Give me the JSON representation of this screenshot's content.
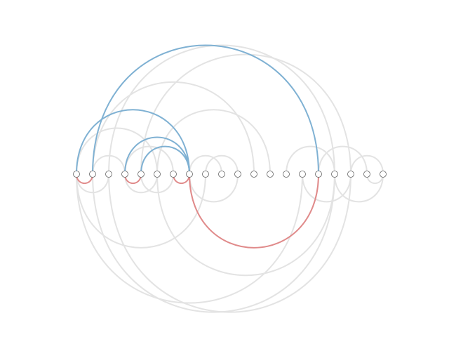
{
  "diagram": {
    "type": "arc-diagram",
    "nodes": [
      "n0",
      "n1",
      "n2",
      "n3",
      "n4",
      "n5",
      "n6",
      "n7",
      "n8",
      "n9",
      "n10",
      "n11",
      "n12",
      "n13",
      "n14",
      "n15",
      "n16",
      "n17",
      "n18",
      "n19"
    ],
    "colors": {
      "background": "#ffffff",
      "link_default": "#e3e3e3",
      "link_highlight_above": "#7fb1d3",
      "link_highlight_below": "#e08a8a",
      "node_fill": "#ffffff",
      "node_stroke": "#666666"
    },
    "links": [
      {
        "source": 0,
        "target": 2,
        "side": "below",
        "highlight": false
      },
      {
        "source": 0,
        "target": 5,
        "side": "above",
        "highlight": false
      },
      {
        "source": 0,
        "target": 8,
        "side": "below",
        "highlight": false
      },
      {
        "source": 0,
        "target": 14,
        "side": "below",
        "highlight": false
      },
      {
        "source": 1,
        "target": 3,
        "side": "above",
        "highlight": false
      },
      {
        "source": 1,
        "target": 11,
        "side": "above",
        "highlight": false
      },
      {
        "source": 1,
        "target": 16,
        "side": "below",
        "highlight": false
      },
      {
        "source": 2,
        "target": 16,
        "side": "above",
        "highlight": false
      },
      {
        "source": 2,
        "target": 17,
        "side": "below",
        "highlight": false
      },
      {
        "source": 3,
        "target": 6,
        "side": "above",
        "highlight": false
      },
      {
        "source": 3,
        "target": 5,
        "side": "below",
        "highlight": false
      },
      {
        "source": 4,
        "target": 6,
        "side": "below",
        "highlight": false
      },
      {
        "source": 4,
        "target": 17,
        "side": "above",
        "highlight": false
      },
      {
        "source": 5,
        "target": 12,
        "side": "above",
        "highlight": false
      },
      {
        "source": 5,
        "target": 16,
        "side": "below",
        "highlight": false
      },
      {
        "source": 7,
        "target": 9,
        "side": "above",
        "highlight": false
      },
      {
        "source": 7,
        "target": 10,
        "side": "below",
        "highlight": false
      },
      {
        "source": 8,
        "target": 10,
        "side": "above",
        "highlight": false
      },
      {
        "source": 13,
        "target": 16,
        "side": "above",
        "highlight": false
      },
      {
        "source": 14,
        "target": 17,
        "side": "below",
        "highlight": false
      },
      {
        "source": 15,
        "target": 18,
        "side": "above",
        "highlight": false
      },
      {
        "source": 16,
        "target": 19,
        "side": "below",
        "highlight": false
      },
      {
        "source": 17,
        "target": 19,
        "side": "above",
        "highlight": false
      },
      {
        "source": 18,
        "target": 19,
        "side": "below",
        "highlight": false
      },
      {
        "source": 0,
        "target": 7,
        "side": "above",
        "highlight": true
      },
      {
        "source": 1,
        "target": 15,
        "side": "above",
        "highlight": true
      },
      {
        "source": 3,
        "target": 7,
        "side": "above",
        "highlight": true
      },
      {
        "source": 4,
        "target": 7,
        "side": "above",
        "highlight": true
      },
      {
        "source": 0,
        "target": 1,
        "side": "below",
        "highlight": true
      },
      {
        "source": 3,
        "target": 4,
        "side": "below",
        "highlight": true
      },
      {
        "source": 6,
        "target": 7,
        "side": "below",
        "highlight": true
      },
      {
        "source": 7,
        "target": 15,
        "side": "below",
        "highlight": true
      }
    ]
  }
}
